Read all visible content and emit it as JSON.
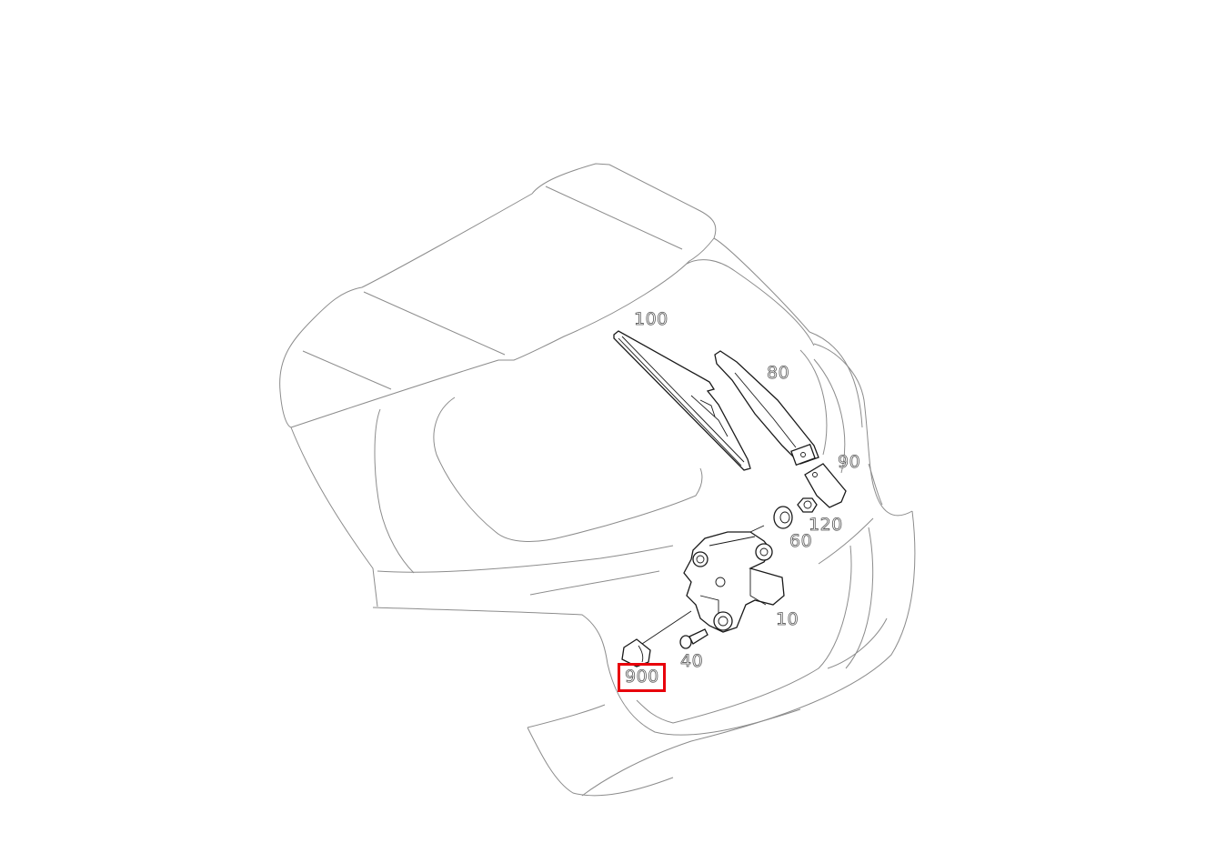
{
  "diagram": {
    "subject": "Rear window wiper assembly on tailgate",
    "highlight_color": "#e8000b",
    "callouts": [
      {
        "id": "100",
        "label": "100",
        "part": "wiper-blade"
      },
      {
        "id": "80",
        "label": "80",
        "part": "wiper-arm"
      },
      {
        "id": "90",
        "label": "90",
        "part": "arm-cover-cap"
      },
      {
        "id": "120",
        "label": "120",
        "part": "hex-nut"
      },
      {
        "id": "60",
        "label": "60",
        "part": "grommet-seal"
      },
      {
        "id": "10",
        "label": "10",
        "part": "wiper-motor"
      },
      {
        "id": "40",
        "label": "40",
        "part": "mounting-bolt"
      },
      {
        "id": "900",
        "label": "900",
        "part": "connector-plug",
        "highlighted": true
      }
    ]
  }
}
